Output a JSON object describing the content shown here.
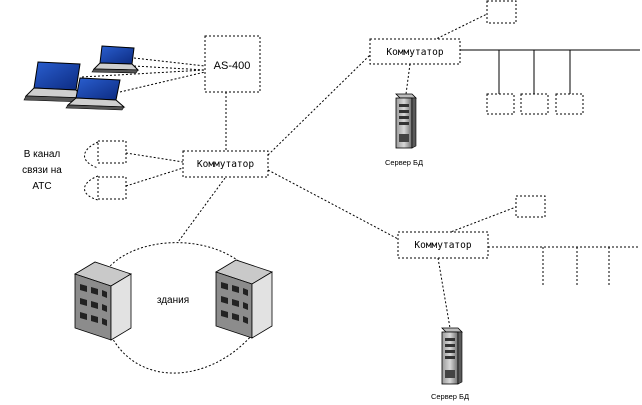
{
  "nodes": {
    "as400": "AS-400",
    "switch_main": "Коммутатор",
    "switch_top": "Коммутатор",
    "switch_bottom": "Коммутатор",
    "server_top": "Сервер БД",
    "server_bottom": "Сервер БД",
    "buildings": "здания"
  },
  "side_note": {
    "line1": "В канал",
    "line2": "связи на",
    "line3": "АТС"
  },
  "icons": {
    "laptop": "laptop-icon",
    "server": "database-server-icon",
    "building": "building-icon",
    "terminal": "terminal-box"
  }
}
